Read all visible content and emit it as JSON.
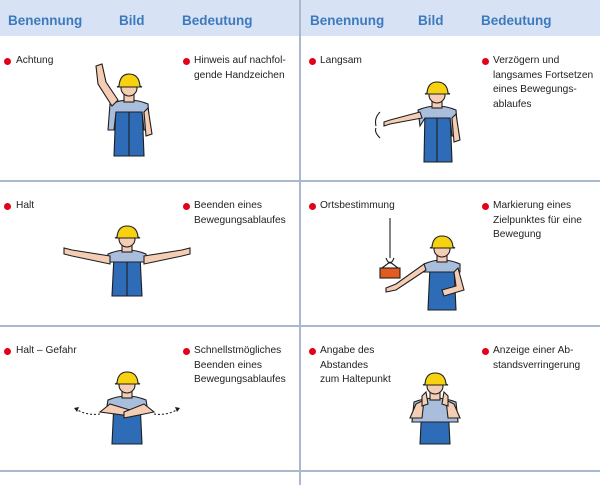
{
  "header": {
    "left": {
      "col1": "Benennung",
      "col2": "Bild",
      "col3": "Bedeutung"
    },
    "right": {
      "col1": "Benennung",
      "col2": "Bild",
      "col3": "Bedeutung"
    }
  },
  "rows": [
    {
      "left": {
        "name": "Achtung",
        "meaning": "Hinweis auf nachfol-\ngende Handzeichen",
        "figure": "worker-arm-raised-icon"
      },
      "right": {
        "name": "Langsam",
        "meaning": "Verzögern und\nlangsames Fortsetzen\neines Bewegungs-\nablaufes",
        "figure": "worker-arm-waving-slow-icon"
      }
    },
    {
      "left": {
        "name": "Halt",
        "meaning": "Beenden eines\nBewegungsablaufes",
        "figure": "worker-arms-spread-icon"
      },
      "right": {
        "name": "Ortsbestimmung",
        "meaning": "Markierung eines\nZielpunktes für eine\nBewegung",
        "figure": "worker-pointing-crane-load-icon"
      }
    },
    {
      "left": {
        "name": "Halt – Gefahr",
        "meaning": "Schnellstmögliches\nBeenden eines\nBewegungsablaufes",
        "figure": "worker-arms-swinging-icon"
      },
      "right": {
        "name": "Angabe des\nAbstandes\nzum Haltepunkt",
        "meaning": "Anzeige einer Ab-\nstandsverringerung",
        "figure": "worker-hands-distance-icon"
      }
    }
  ],
  "colors": {
    "header_bg": "#d7e3f4",
    "header_text": "#3d79bd",
    "bullet": "#e2001a",
    "overall": "#2f6cb7",
    "helmet": "#f6d211"
  }
}
